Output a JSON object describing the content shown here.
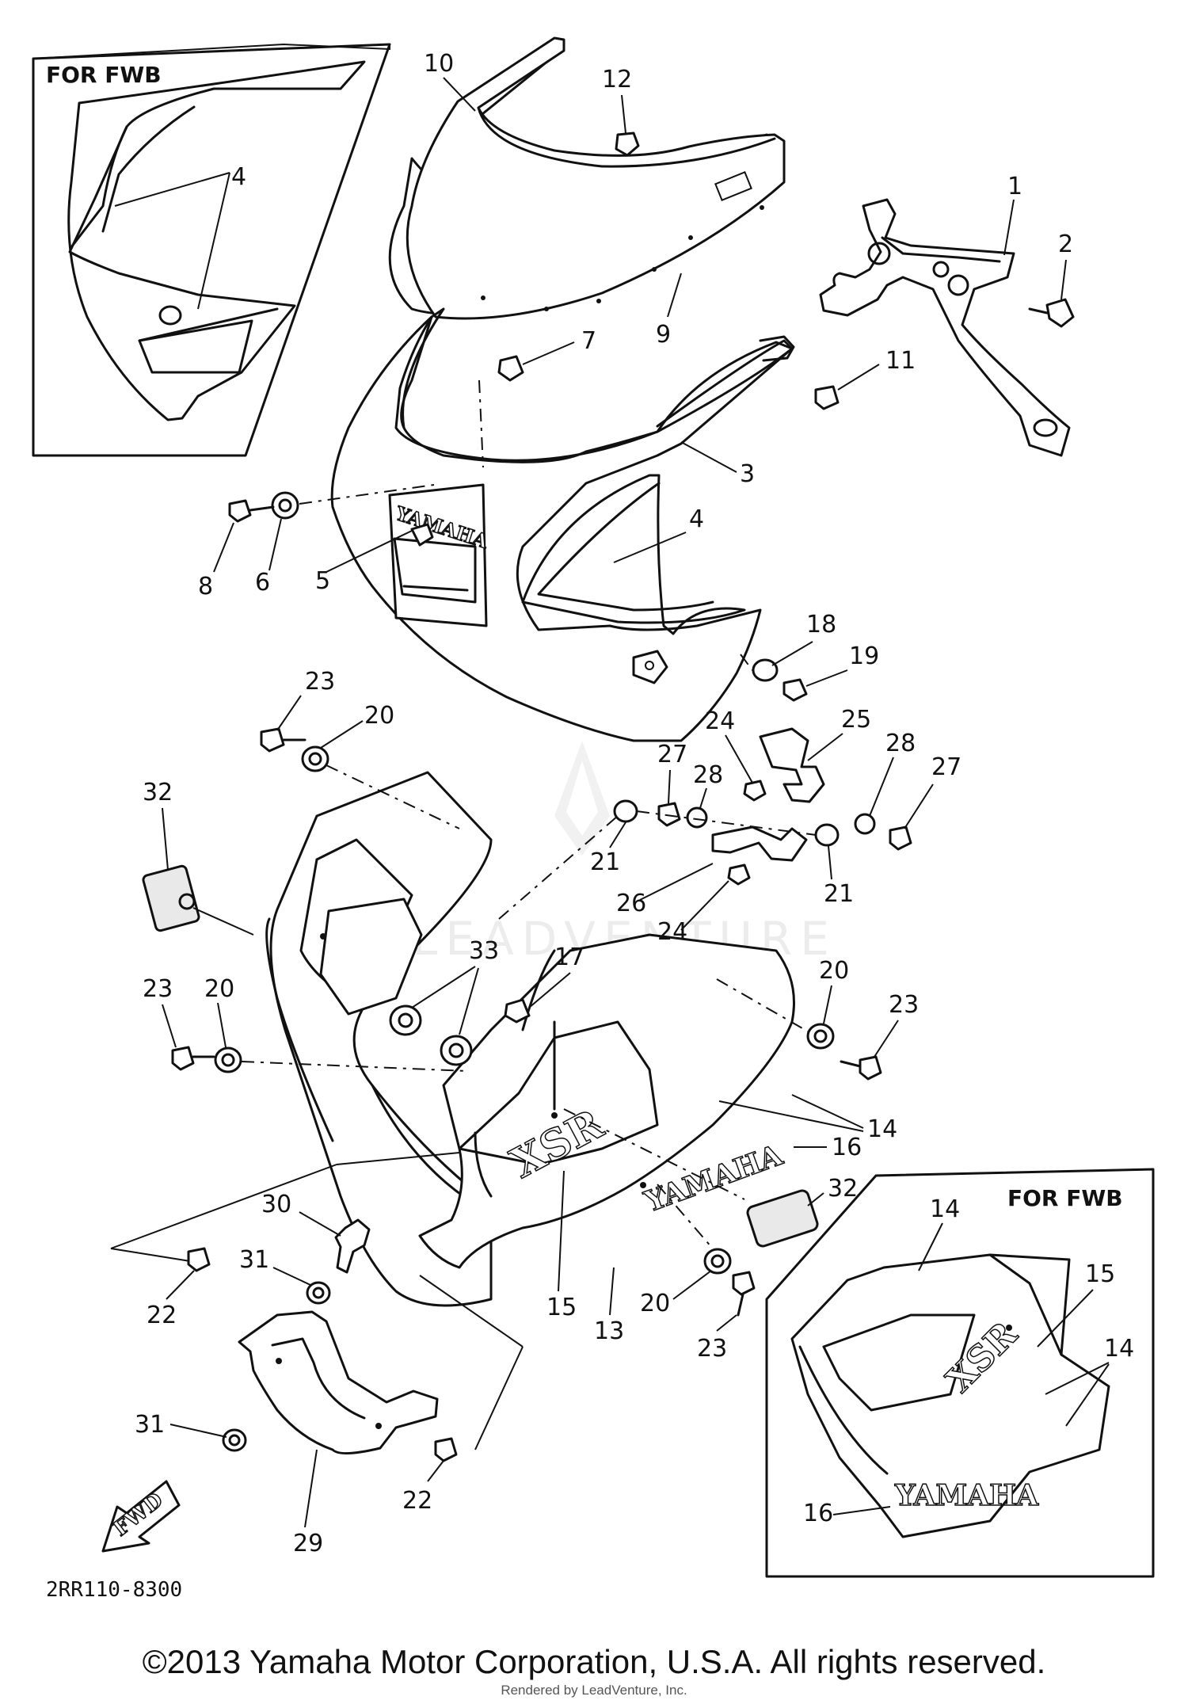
{
  "inset_boxes": [
    {
      "title": "FOR FWB",
      "callouts": [
        "4"
      ]
    },
    {
      "title": "FOR FWB",
      "callouts": [
        "14",
        "15",
        "14",
        "16"
      ]
    }
  ],
  "callouts": [
    "1",
    "2",
    "3",
    "4",
    "5",
    "6",
    "7",
    "8",
    "9",
    "10",
    "11",
    "12",
    "13",
    "14",
    "15",
    "16",
    "17",
    "18",
    "19",
    "20",
    "21",
    "22",
    "23",
    "24",
    "25",
    "26",
    "27",
    "28",
    "29",
    "30",
    "31",
    "32",
    "33"
  ],
  "decals": {
    "brand": "YAMAHA",
    "model": "XSR",
    "arrow": "FWD"
  },
  "watermark": "LEADVENTURE",
  "part_code": "2RR110-8300",
  "copyright": "©2013 Yamaha Motor Corporation, U.S.A. All rights reserved.",
  "rendered_by": "Rendered by LeadVenture, Inc."
}
